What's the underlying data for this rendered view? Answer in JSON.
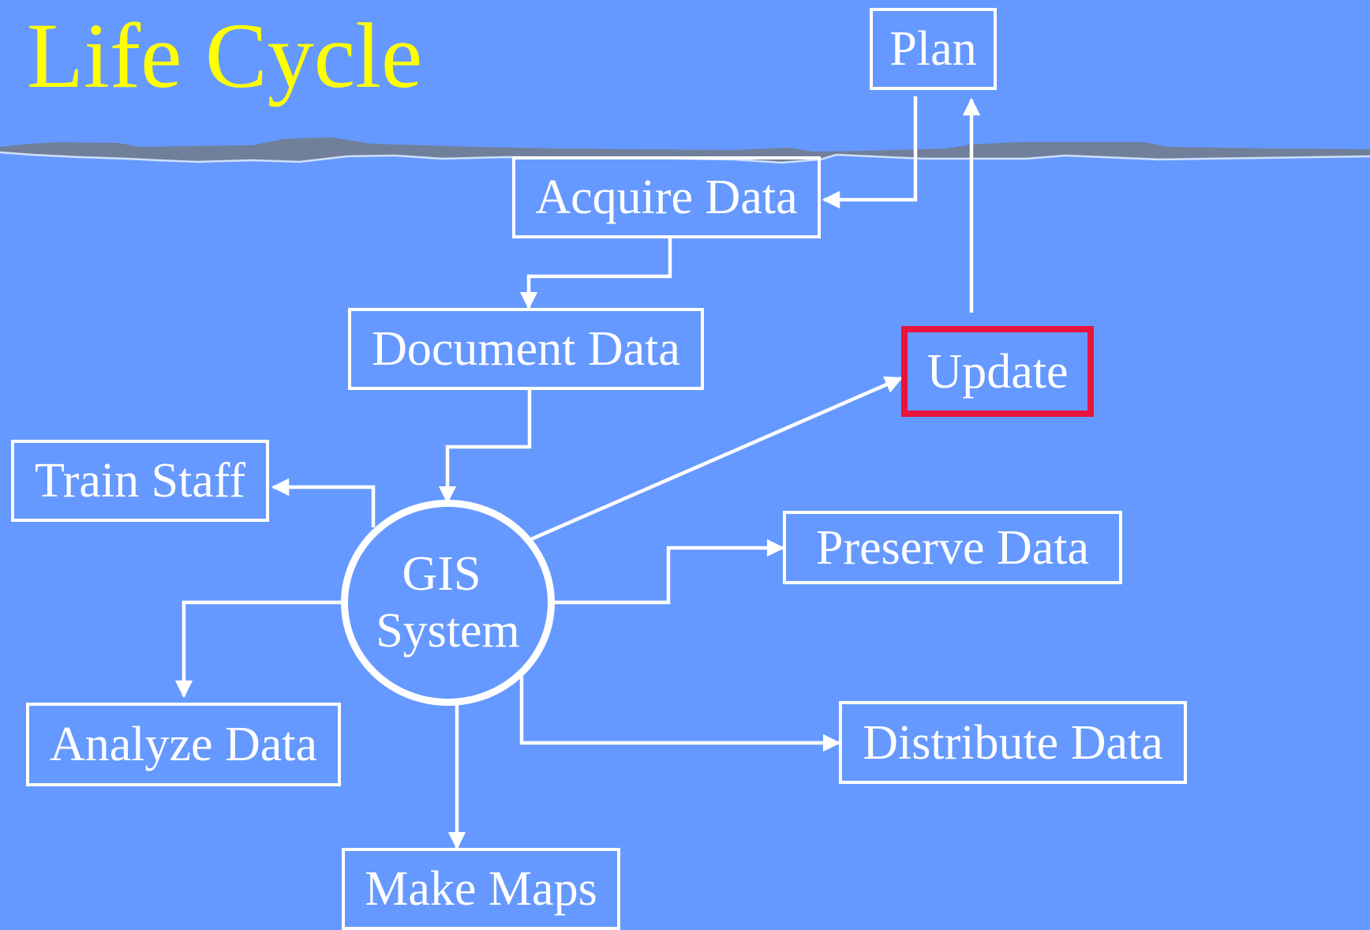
{
  "title": "Life Cycle",
  "center": {
    "line1": "GIS",
    "line2": "System"
  },
  "nodes": {
    "plan": "Plan",
    "acquire_data": "Acquire Data",
    "document_data": "Document Data",
    "update": "Update",
    "train_staff": "Train Staff",
    "preserve_data": "Preserve Data",
    "analyze_data": "Analyze Data",
    "distribute_data": "Distribute Data",
    "make_maps": "Make Maps"
  },
  "colors": {
    "background": "#6699ff",
    "title": "#ffff00",
    "stroke": "#ffffff",
    "highlight": "#e8143c",
    "divider": "#707f9a"
  }
}
